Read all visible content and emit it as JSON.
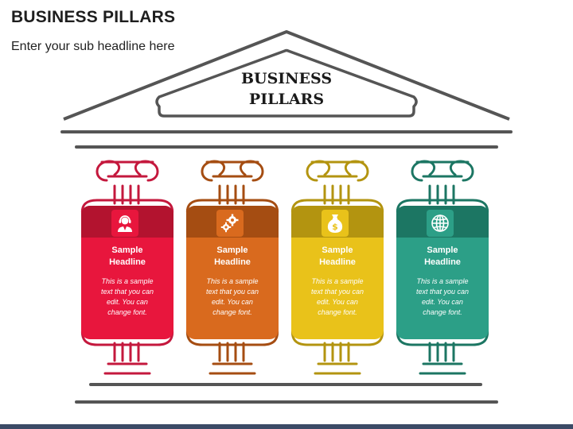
{
  "header": {
    "title": "BUSINESS PILLARS",
    "subtitle": "Enter your sub headline here"
  },
  "roof": {
    "line1": "BUSINESS",
    "line2": "PILLARS"
  },
  "pillars": [
    {
      "headline_1": "Sample",
      "headline_2": "Headline",
      "body": [
        "This is a sample",
        "text that you can",
        "edit. You can",
        "change font."
      ],
      "icon": "support-agent-icon",
      "color": "#e8163d",
      "dark": "#b3132f"
    },
    {
      "headline_1": "Sample",
      "headline_2": "Headline",
      "body": [
        "This is a sample",
        "text that you can",
        "edit. You can",
        "change font."
      ],
      "icon": "gears-icon",
      "color": "#d96a1e",
      "dark": "#a54d12"
    },
    {
      "headline_1": "Sample",
      "headline_2": "Headline",
      "body": [
        "This is a sample",
        "text that you can",
        "edit. You can",
        "change font."
      ],
      "icon": "money-bag-icon",
      "color": "#e9c21a",
      "dark": "#b39410"
    },
    {
      "headline_1": "Sample",
      "headline_2": "Headline",
      "body": [
        "This is a sample",
        "text that you can",
        "edit. You can",
        "change font."
      ],
      "icon": "globe-icon",
      "color": "#2c9f87",
      "dark": "#1c7663"
    }
  ]
}
